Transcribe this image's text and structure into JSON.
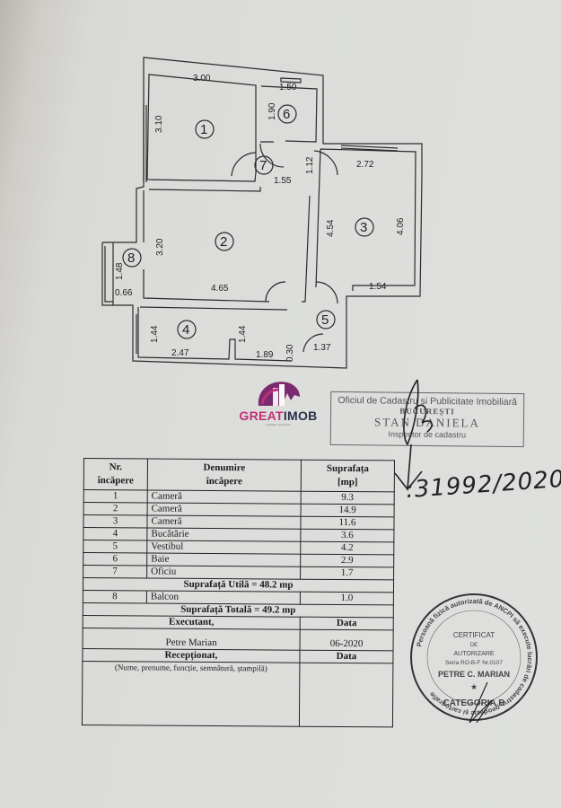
{
  "floor_plan": {
    "room_markers": [
      "1",
      "2",
      "3",
      "4",
      "5",
      "6",
      "7",
      "8"
    ],
    "dimensions": {
      "room1_width": "3.00",
      "room1_height": "3.10",
      "room6_width": "1.50",
      "room6_height": "1.90",
      "room7_width": "1.55",
      "room7_height": "1.12",
      "room3_width": "2.72",
      "room3_height": "4.06",
      "room3_left": "4.54",
      "room3_bottom": "1.54",
      "room2_height": "3.20",
      "room2_width": "4.65",
      "room8_height": "1.48",
      "room8_width": "0.66",
      "room4_left": "1.44",
      "room4_width": "2.47",
      "room4_mid": "1.44",
      "room4_right": "1.89",
      "room4_step": "0.30",
      "room5_width": "1.37"
    }
  },
  "logo": {
    "brand_part1": "GREAT",
    "brand_part2": "IMOB",
    "tagline": "Imobiliare pentru tine"
  },
  "stamp": {
    "line1": "Oficiul de Cadastru și Publicitate Imobiliară",
    "line2": "BUCUREȘTI",
    "line3": "STAN DANIELA",
    "line4": "Inspector de cadastru"
  },
  "handwritten_number": ":31992/2020",
  "table": {
    "headers": {
      "nr": [
        "Nr.",
        "încăpere"
      ],
      "name": [
        "Denumire",
        "încăpere"
      ],
      "area": [
        "Suprafața",
        "[mp]"
      ]
    },
    "rows": [
      {
        "nr": "1",
        "name": "Cameră",
        "area": "9.3"
      },
      {
        "nr": "2",
        "name": "Cameră",
        "area": "14.9"
      },
      {
        "nr": "3",
        "name": "Cameră",
        "area": "11.6"
      },
      {
        "nr": "4",
        "name": "Bucătărie",
        "area": "3.6"
      },
      {
        "nr": "5",
        "name": "Vestibul",
        "area": "4.2"
      },
      {
        "nr": "6",
        "name": "Baie",
        "area": "2.9"
      },
      {
        "nr": "7",
        "name": "Oficiu",
        "area": "1.7"
      }
    ],
    "useful_area": "Suprafață Utilă = 48.2 mp",
    "balcony": {
      "nr": "8",
      "name": "Balcon",
      "area": "1.0"
    },
    "total_area": "Suprafață Totală = 49.2 mp",
    "executant_label": "Executant,",
    "date_label": "Data",
    "executant_name": "Petre Marian",
    "executant_date": "06-2020",
    "receptionat_label": "Recepționat,",
    "date_label2": "Data",
    "receptionat_hint": "(Nume, prenume, funcție, semnătură, ștampilă)"
  },
  "seal": {
    "ring_text": "Persoană fizică autorizată de ANCPI să execute lucrări de cadastru, geodezie și cartografie",
    "line1": "CERTIFICAT",
    "line2": "DE",
    "line3": "AUTORIZARE",
    "line4": "Seria RO-B-F Nr.0107",
    "line5": "PETRE C. MARIAN",
    "line6": "CATEGORIA B"
  }
}
